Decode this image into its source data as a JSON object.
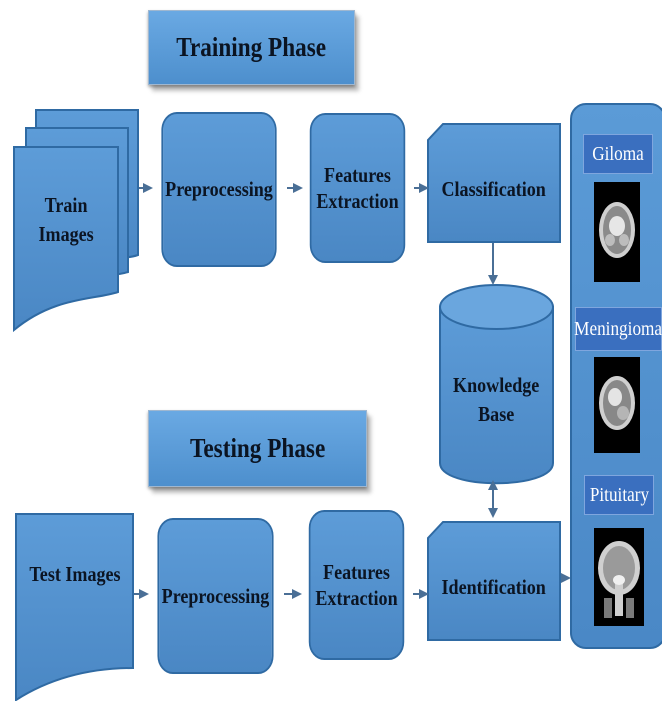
{
  "training_phase": {
    "title": "Training Phase",
    "input": "Train\nImages",
    "preprocessing": "Preprocessing",
    "features": "Features\nExtraction",
    "classification": "Classification"
  },
  "knowledge_base": "Knowledge\nBase",
  "testing_phase": {
    "title": "Testing Phase",
    "input": "Test Images",
    "preprocessing": "Preprocessing",
    "features": "Features\nExtraction",
    "identification": "Identification"
  },
  "classes": [
    {
      "label": "Giloma"
    },
    {
      "label": "Meningioma"
    },
    {
      "label": "Pituitary"
    }
  ],
  "colors": {
    "shape_fill": "#4a87c4",
    "shape_border": "#2f6aa3",
    "class_label": "#3a6fbf",
    "arrow": "#4a6f96"
  }
}
